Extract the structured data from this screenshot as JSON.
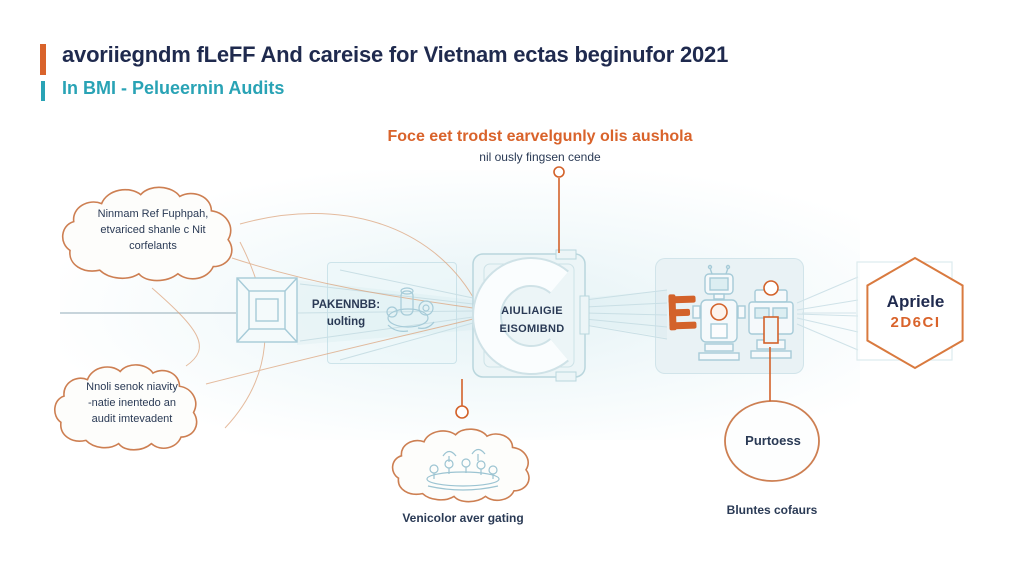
{
  "header": {
    "title": "avoriiegndm fLeFF And careise for Vietnam ectas beginufor 2021",
    "subtitle": "In BMI - Pelueernin Audits"
  },
  "callout": {
    "heading": "Foce eet trodst earvelgunly olis aushola",
    "subheading": "nil ously fingsen cende"
  },
  "clouds": {
    "top_left": {
      "lines": [
        "Ninmam Ref Fuphpah,",
        "etvariced shanle c Nit",
        "corfelants"
      ]
    },
    "bottom_left": {
      "lines": [
        "Nnoli senok niavity",
        "-natie inentedo an",
        "audit imtevadent"
      ]
    },
    "bottom_center": {
      "caption": "Venicolor aver gating"
    },
    "bottom_right": {
      "label": "Purtoess",
      "caption": "Bluntes cofaurs"
    }
  },
  "nodes": {
    "package": {
      "line1": "PAKENNBB:",
      "line2": "uolting"
    },
    "center": {
      "line1": "AIULIAIGIE",
      "line2": "EISOMIBND"
    },
    "hexagon": {
      "line1": "Apriele",
      "line2": "2D6CI"
    }
  },
  "icons": {
    "left_node": "projector-frame-icon",
    "left_machine": "machine-sketch-icon",
    "center_ring": "c-ring-icon",
    "right_stack": "orange-stack-icon",
    "right_robot": "robot-sketch-icon",
    "right_console": "console-sketch-icon",
    "meeting": "meeting-sketch-icon"
  },
  "colors": {
    "accent_orange": "#d9632b",
    "cloud_orange": "#cd7f52",
    "teal": "#29a3b5",
    "navy": "#1f2a4e",
    "sketch_blue": "#a6cbd8"
  }
}
